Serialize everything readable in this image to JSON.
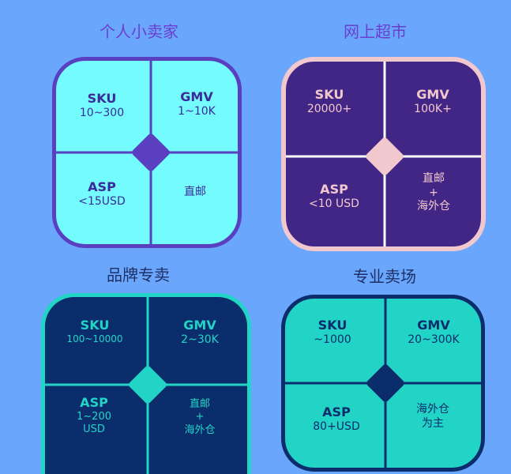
{
  "cards": [
    {
      "title": "个人小卖家",
      "colors": {
        "bg": "#73fbfd",
        "border": "#5a3fc0",
        "line": "#5a3fc0",
        "diamond": "#5a3fc0",
        "text": "#3b2a9a",
        "title": "#6a3fd0"
      },
      "sku": {
        "label": "SKU",
        "value": "10~300"
      },
      "gmv": {
        "label": "GMV",
        "value": "1~10K"
      },
      "asp": {
        "label": "ASP",
        "value": "<15USD"
      },
      "shipping": [
        "直邮"
      ]
    },
    {
      "title": "网上超市",
      "colors": {
        "bg": "#422686",
        "border": "#f2c8cf",
        "line": "#ffffff",
        "diamond": "#f2c8cf",
        "text": "#f2c8cf",
        "title": "#6a3fd0"
      },
      "sku": {
        "label": "SKU",
        "value": "20000+"
      },
      "gmv": {
        "label": "GMV",
        "value": "100K+"
      },
      "asp": {
        "label": "ASP",
        "value": "<10 USD"
      },
      "shipping": [
        "直邮",
        "+",
        "海外仓"
      ]
    },
    {
      "title": "品牌专卖",
      "colors": {
        "bg": "#0c2d6c",
        "border": "#21d4c6",
        "line": "#21d4c6",
        "diamond": "#21d4c6",
        "text": "#21d4c6",
        "title": "#1d2f66"
      },
      "sku": {
        "label": "SKU",
        "value": "100~10000"
      },
      "gmv": {
        "label": "GMV",
        "value": "2~30K"
      },
      "asp": {
        "label": "ASP",
        "value": "1~200\nUSD"
      },
      "shipping": [
        "直邮",
        "+",
        "海外仓"
      ]
    },
    {
      "title": "专业卖场",
      "colors": {
        "bg": "#21d4c6",
        "border": "#0c2d6c",
        "line": "#0c2d6c",
        "diamond": "#0c2d6c",
        "text": "#0c2d6c",
        "title": "#1d2f66"
      },
      "sku": {
        "label": "SKU",
        "value": "~1000"
      },
      "gmv": {
        "label": "GMV",
        "value": "20~300K"
      },
      "asp": {
        "label": "ASP",
        "value": "80+USD"
      },
      "shipping": [
        "海外仓",
        "为主"
      ]
    }
  ]
}
